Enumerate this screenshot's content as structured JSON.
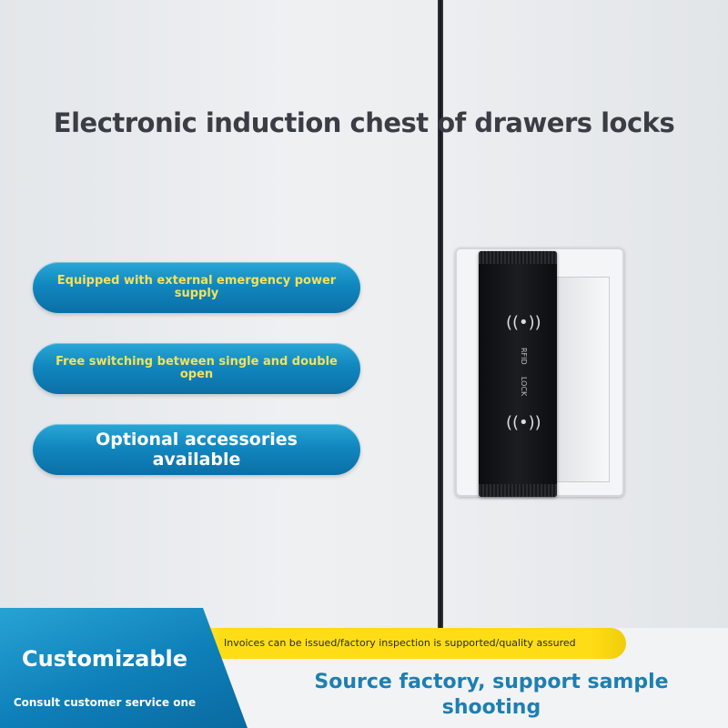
{
  "title": "Electronic induction chest of drawers locks",
  "features": [
    "Equipped with external emergency power supply",
    "Free switching between single and double open",
    "Optional accessories available"
  ],
  "lock": {
    "label_rfid": "RFID",
    "label_lock": "LOCK",
    "wave_icon": "rfid-wave-icon"
  },
  "banner": {
    "notice": "Invoices can be issued/factory inspection is supported/quality assured",
    "custom_title": "Customizable",
    "custom_sub": "Consult customer service one",
    "source": "Source factory, support sample shooting"
  },
  "colors": {
    "pill_blue": "#1187bf",
    "pill_text_yellow": "#f4e25a",
    "banner_yellow": "#ffdd16",
    "source_blue": "#1d7fb3",
    "title_gray": "#3a3d44"
  }
}
